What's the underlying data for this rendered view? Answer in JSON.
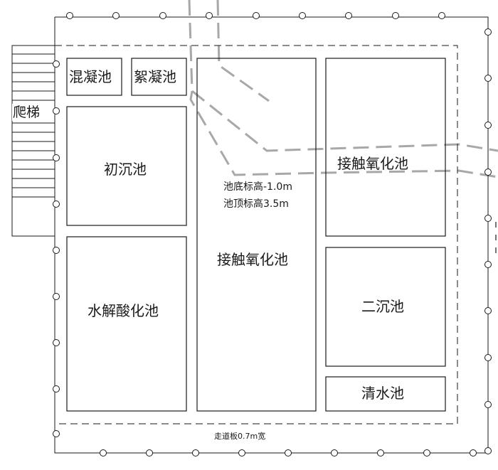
{
  "tanks": {
    "mixing": "混凝池",
    "flocculation": "絮凝池",
    "primary_settling": "初沉池",
    "hydrolysis_acidification": "水解酸化池",
    "contact_oxidation_center": "接触氧化池",
    "contact_oxidation_right": "接触氧化池",
    "secondary_settling": "二沉池",
    "clear_water": "清水池"
  },
  "ladder_label": "爬梯",
  "elevations": {
    "bottom": "池底标高-1.0m",
    "top": "池顶标高3.5m"
  },
  "walkway_label": "走道板0.7m宽",
  "colors": {
    "line": "#1a1a1a",
    "road": "#a8a8a8",
    "background": "#ffffff"
  }
}
